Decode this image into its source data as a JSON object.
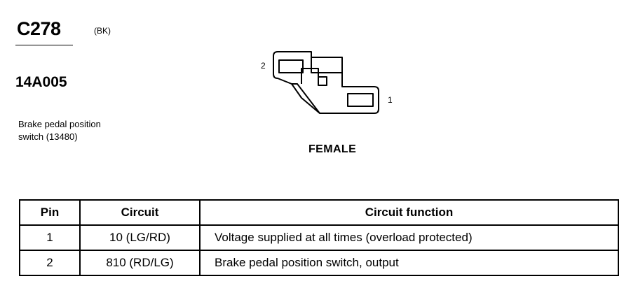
{
  "connector": {
    "id": "C278",
    "color": "(BK)",
    "part_number": "14A005",
    "description_line1": "Brake pedal position",
    "description_line2": "switch (13480)",
    "view_label": "FEMALE",
    "pin_labels": [
      "2",
      "1"
    ]
  },
  "table": {
    "headers": {
      "pin": "Pin",
      "circuit": "Circuit",
      "function": "Circuit function"
    },
    "rows": [
      {
        "pin": "1",
        "circuit": "10 (LG/RD)",
        "function": "Voltage supplied at all times (overload protected)"
      },
      {
        "pin": "2",
        "circuit": "810 (RD/LG)",
        "function": "Brake pedal position switch, output"
      }
    ]
  }
}
